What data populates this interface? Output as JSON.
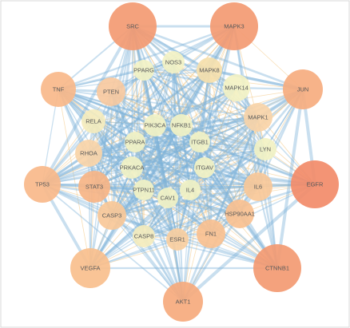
{
  "network": {
    "nodes": [
      {
        "id": "SRC",
        "label": "SRC",
        "color": "#f39a72"
      },
      {
        "id": "MAPK3",
        "label": "MAPK3",
        "color": "#f39a72"
      },
      {
        "id": "TNF",
        "label": "TNF",
        "color": "#f8b98a"
      },
      {
        "id": "JUN",
        "label": "JUN",
        "color": "#f6ad7f"
      },
      {
        "id": "TP53",
        "label": "TP53",
        "color": "#f8b98a"
      },
      {
        "id": "EGFR",
        "label": "EGFR",
        "color": "#f28b69"
      },
      {
        "id": "VEGFA",
        "label": "VEGFA",
        "color": "#f8bf8d"
      },
      {
        "id": "CTNNB1",
        "label": "CTNNB1",
        "color": "#f39a72"
      },
      {
        "id": "AKT1",
        "label": "AKT1",
        "color": "#f6aa7d"
      },
      {
        "id": "NOS3",
        "label": "NOS3",
        "color": "#f3f2c4"
      },
      {
        "id": "PPARG",
        "label": "PPARG",
        "color": "#f2f2c4"
      },
      {
        "id": "MAPK8",
        "label": "MAPK8",
        "color": "#f5dfad"
      },
      {
        "id": "PTEN",
        "label": "PTEN",
        "color": "#f7c9a0"
      },
      {
        "id": "MAPK14",
        "label": "MAPK14",
        "color": "#f3f2c4"
      },
      {
        "id": "RELA",
        "label": "RELA",
        "color": "#f4ecbd"
      },
      {
        "id": "PIK3CA",
        "label": "PIK3CA",
        "color": "#f2f2c4"
      },
      {
        "id": "NFKB1",
        "label": "NFKB1",
        "color": "#f2f2c4"
      },
      {
        "id": "MAPK1",
        "label": "MAPK1",
        "color": "#f8d4a8"
      },
      {
        "id": "PPARA",
        "label": "PPARA",
        "color": "#f2f2c4"
      },
      {
        "id": "ITGB1",
        "label": "ITGB1",
        "color": "#f2f2c4"
      },
      {
        "id": "LYN",
        "label": "LYN",
        "color": "#f2f2c4"
      },
      {
        "id": "RHOA",
        "label": "RHOA",
        "color": "#f8d4a8"
      },
      {
        "id": "PRKACA",
        "label": "PRKACA",
        "color": "#f2f2c4"
      },
      {
        "id": "ITGAV",
        "label": "ITGAV",
        "color": "#f2f2c4"
      },
      {
        "id": "STAT3",
        "label": "STAT3",
        "color": "#f6b486"
      },
      {
        "id": "PTPN11",
        "label": "PTPN11",
        "color": "#f2f2c4"
      },
      {
        "id": "IL6",
        "label": "IL6",
        "color": "#f8c898"
      },
      {
        "id": "CAV1",
        "label": "CAV1",
        "color": "#f2f2c4"
      },
      {
        "id": "IL4",
        "label": "IL4",
        "color": "#f2f2c4"
      },
      {
        "id": "HSP90AA1",
        "label": "HSP90AA1",
        "color": "#f8c090"
      },
      {
        "id": "CASP3",
        "label": "CASP3",
        "color": "#f8c898"
      },
      {
        "id": "CASP8",
        "label": "CASP8",
        "color": "#f4ecbd"
      },
      {
        "id": "ESR1",
        "label": "ESR1",
        "color": "#f8ceA0"
      },
      {
        "id": "FN1",
        "label": "FN1",
        "color": "#f8c090"
      }
    ]
  }
}
